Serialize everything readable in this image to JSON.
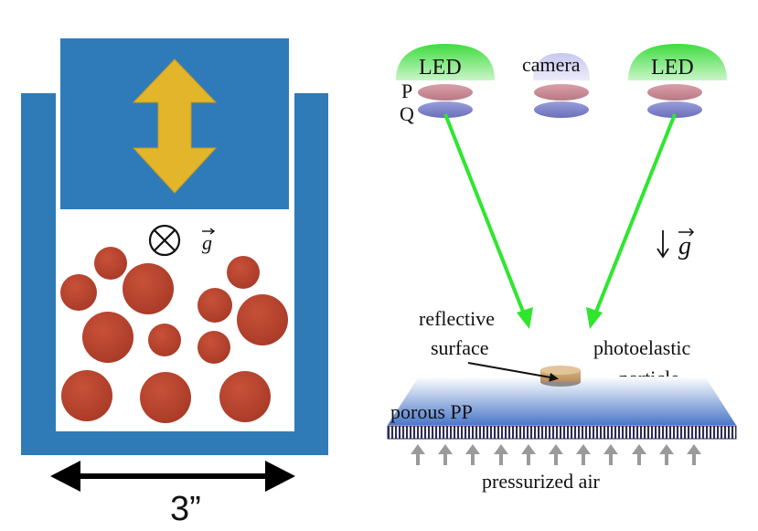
{
  "left_panel": {
    "gravity_label": "g",
    "width_label": "3”",
    "colors": {
      "box": "#2e7bb8",
      "arrow": "#e2b52a",
      "disk": "#b8432e"
    }
  },
  "right_panel": {
    "led_left_label": "LED",
    "camera_label": "camera",
    "led_right_label": "LED",
    "polarizer_p": "P",
    "polarizer_q": "Q",
    "gravity_label": "g",
    "reflective_label_line1": "reflective",
    "reflective_label_line2": "surface",
    "photoelastic_label_line1": "photoelastic",
    "photoelastic_label_line2": "particle",
    "porous_label": "porous PP",
    "air_label": "pressurized air",
    "colors": {
      "led": "#5ee35e",
      "beam": "#2fe62f",
      "polarizer_top": "#c98a96",
      "polarizer_bottom": "#7a7fc8",
      "plate": "#4a78c8",
      "air_arrow": "#9a9a9a"
    }
  }
}
